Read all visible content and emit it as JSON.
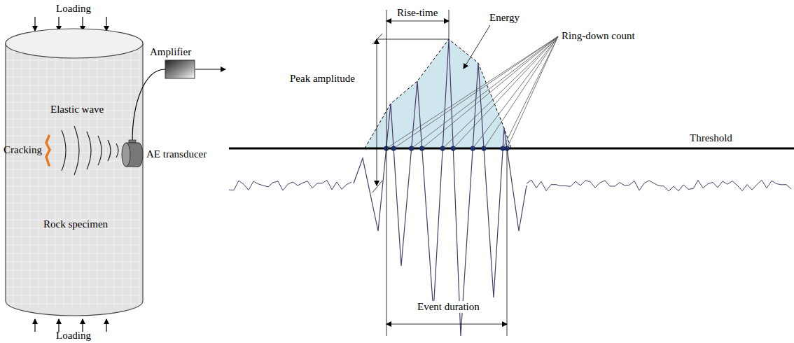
{
  "diagram": {
    "nodes": [
      {
        "text": [
          "Elastic wave",
          "Rock specimen"
        ]
      }
    ],
    "labels": [
      "Loading",
      "Loading",
      "Cracking",
      "AE transducer",
      "Amplifier",
      "Rise-time",
      "Energy",
      "Ring-down count",
      "Peak amplitude",
      "Threshold",
      "Event duration"
    ]
  }
}
